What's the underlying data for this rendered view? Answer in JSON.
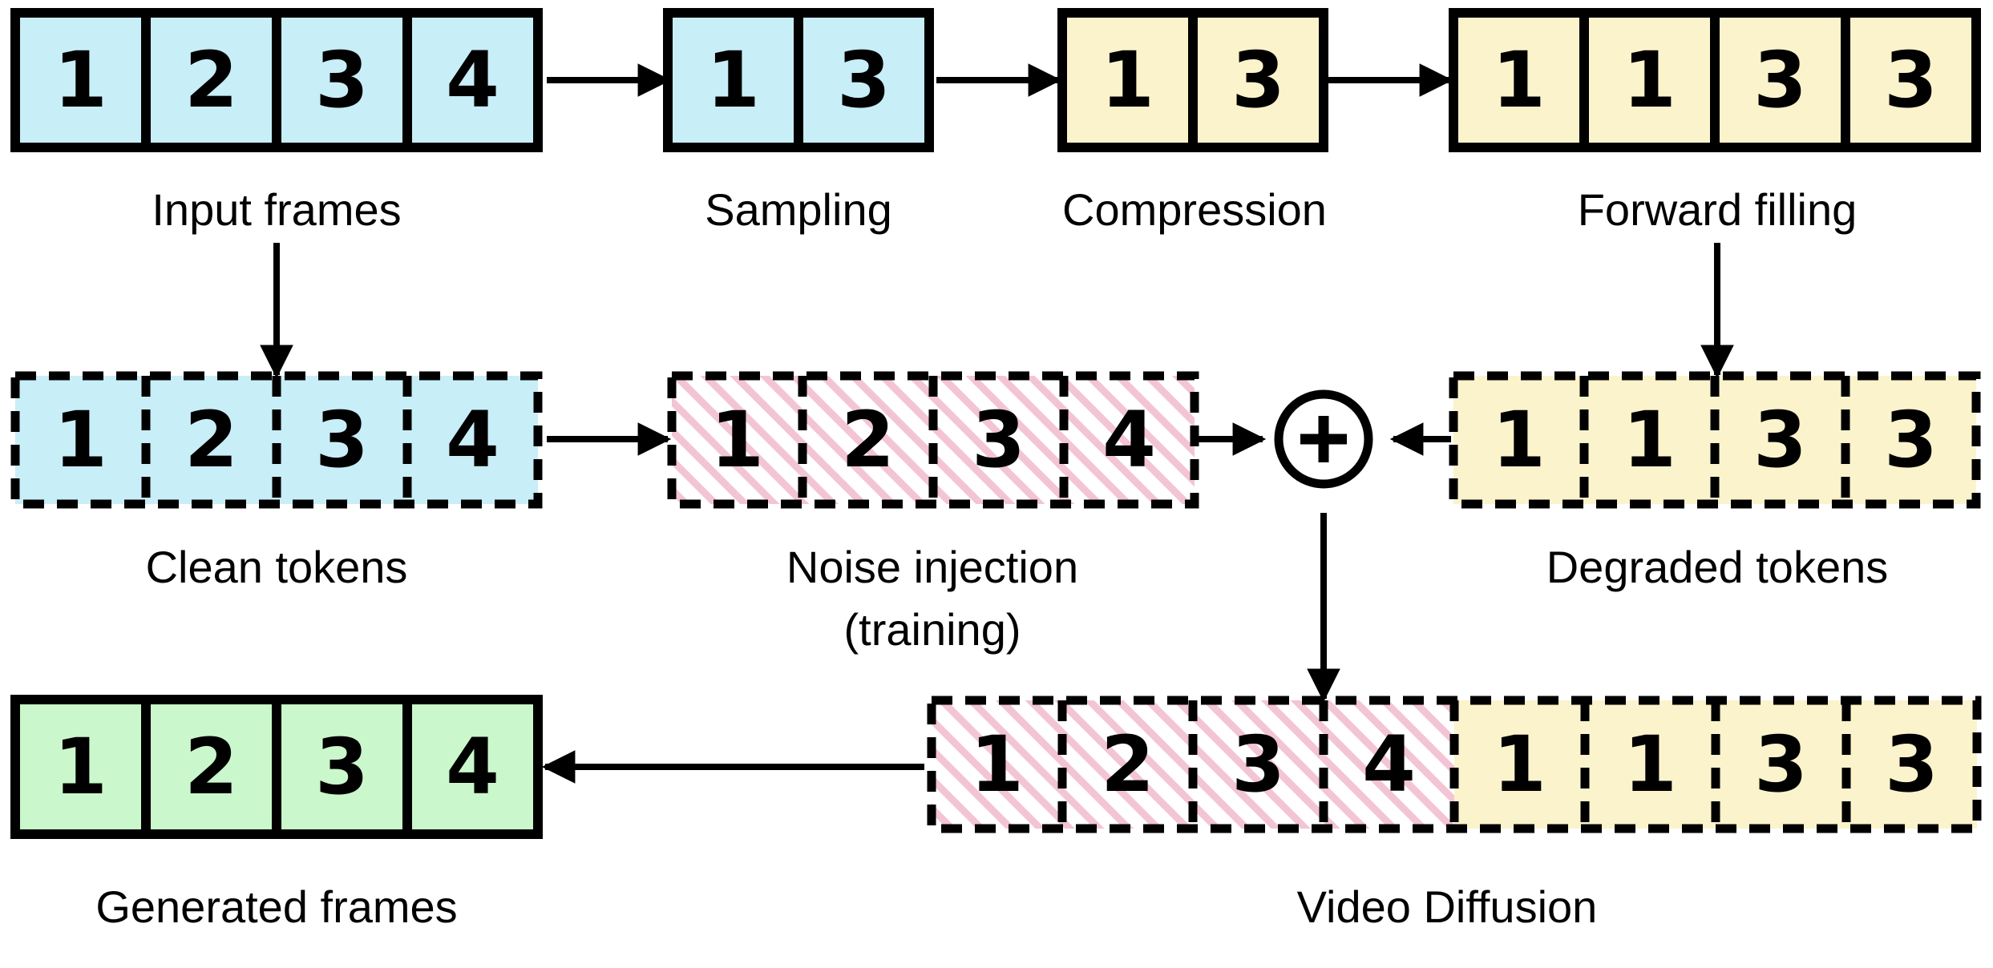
{
  "colors": {
    "blue": "#c8eef8",
    "yellow": "#fbf3cb",
    "green": "#caf7cb",
    "pink_stripe": "#f3c5d4",
    "border": "#000000"
  },
  "stages": {
    "input_frames": {
      "label": "Input frames",
      "numbers": [
        "1",
        "2",
        "3",
        "4"
      ],
      "fill": "blue",
      "border": "solid"
    },
    "sampling": {
      "label": "Sampling",
      "numbers": [
        "1",
        "3"
      ],
      "fill": "blue",
      "border": "solid"
    },
    "compression": {
      "label": "Compression",
      "numbers": [
        "1",
        "3"
      ],
      "fill": "yellow",
      "border": "solid"
    },
    "forward_filling": {
      "label": "Forward filling",
      "numbers": [
        "1",
        "1",
        "3",
        "3"
      ],
      "fill": "yellow",
      "border": "solid"
    },
    "clean_tokens": {
      "label": "Clean tokens",
      "numbers": [
        "1",
        "2",
        "3",
        "4"
      ],
      "fill": "blue",
      "border": "dashed"
    },
    "noise_injection": {
      "label": [
        "Noise injection",
        "(training)"
      ],
      "numbers": [
        "1",
        "2",
        "3",
        "4"
      ],
      "fill": "pink-stripes",
      "border": "dashed"
    },
    "degraded_tokens": {
      "label": "Degraded tokens",
      "numbers": [
        "1",
        "1",
        "3",
        "3"
      ],
      "fill": "yellow",
      "border": "dashed"
    },
    "video_diffusion": {
      "label": "Video Diffusion",
      "numbers": [
        "1",
        "2",
        "3",
        "4",
        "1",
        "1",
        "3",
        "3"
      ],
      "fill": [
        "pink-stripes",
        "pink-stripes",
        "pink-stripes",
        "pink-stripes",
        "yellow",
        "yellow",
        "yellow",
        "yellow"
      ],
      "border": "dashed"
    },
    "generated_frames": {
      "label": "Generated frames",
      "numbers": [
        "1",
        "2",
        "3",
        "4"
      ],
      "fill": "green",
      "border": "solid"
    }
  },
  "icons": {
    "combine": "circle-plus-icon"
  }
}
